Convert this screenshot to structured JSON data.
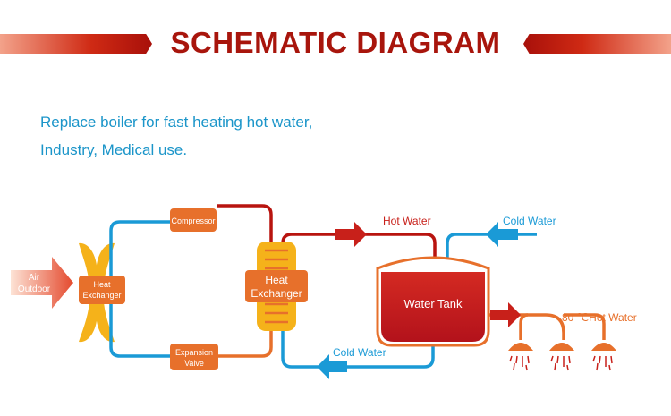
{
  "banner": {
    "title": "SCHEMATIC DIAGRAM"
  },
  "description": {
    "line1": "Replace boiler for fast heating hot water,",
    "line2": "Industry, Medical use."
  },
  "diagram": {
    "air_label": "Air\nOutdoor",
    "left_exchanger_label": "Heat\nExchanger",
    "compressor_label": "Compressor",
    "expansion_valve_label": "Expansion\nValve",
    "center_exchanger_label": "Heat\nExchanger",
    "water_tank_label": "Water Tank",
    "hot_water_label": "Hot Water",
    "cold_water_top_label": "Cold Water",
    "cold_water_bottom_label": "Cold Water",
    "hot_water_80_label": "80 ℃Hot Water"
  },
  "colors": {
    "title": "#a8150c",
    "description": "#1b95c9",
    "hot_pipe": "#b8140f",
    "cold_pipe": "#1a9ad6",
    "component": "#e7702b",
    "exchanger_body": "#f5b21a",
    "tank": "#c4161b"
  }
}
